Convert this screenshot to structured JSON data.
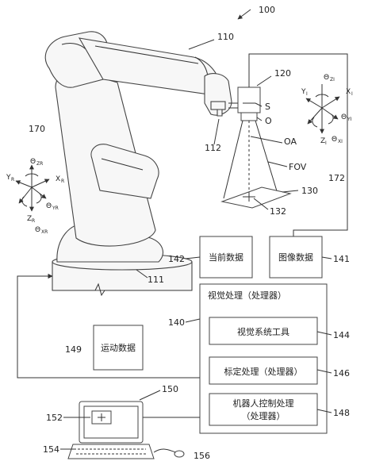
{
  "refs": {
    "system": "100",
    "robot": "110",
    "camera": "120",
    "tool_tip": "112",
    "calib_object": "130",
    "calib_feature": "132",
    "current_data": "142",
    "image_data": "141",
    "processor": "140",
    "vision_tools": "144",
    "calibration": "146",
    "motion_data": "149",
    "robot_control": "148",
    "base": "111",
    "computer": "150",
    "display": "152",
    "keyboard": "154",
    "mouse": "156",
    "robot_axes": "170",
    "camera_axes": "172"
  },
  "labels": {
    "sensor": "S",
    "optics": "O",
    "optical_axis": "OA",
    "fov": "FOV"
  },
  "boxes": {
    "current_data": "当前数据",
    "image_data": "图像数据",
    "processor_title": "视觉处理（处理器）",
    "vision_tools": "视觉系统工具",
    "calibration": "标定处理（处理器）",
    "motion_data": "运动数据",
    "robot_control_line1": "机器人控制处理",
    "robot_control_line2": "（处理器）"
  },
  "robot_axes": {
    "theta_z": "Θ",
    "theta_z_sub": "ZR",
    "y": "Y",
    "y_sub": "R",
    "x": "X",
    "x_sub": "R",
    "theta_y": "Θ",
    "theta_y_sub": "YR",
    "z": "Z",
    "z_sub": "R",
    "theta_x": "Θ",
    "theta_x_sub": "XR"
  },
  "camera_axes": {
    "theta_z": "Θ",
    "theta_z_sub": "ZI",
    "y": "Y",
    "y_sub": "I",
    "x": "X",
    "x_sub": "I",
    "theta_y": "Θ",
    "theta_y_sub": "YI",
    "z": "Z",
    "z_sub": "I",
    "theta_x": "Θ",
    "theta_x_sub": "XI"
  }
}
